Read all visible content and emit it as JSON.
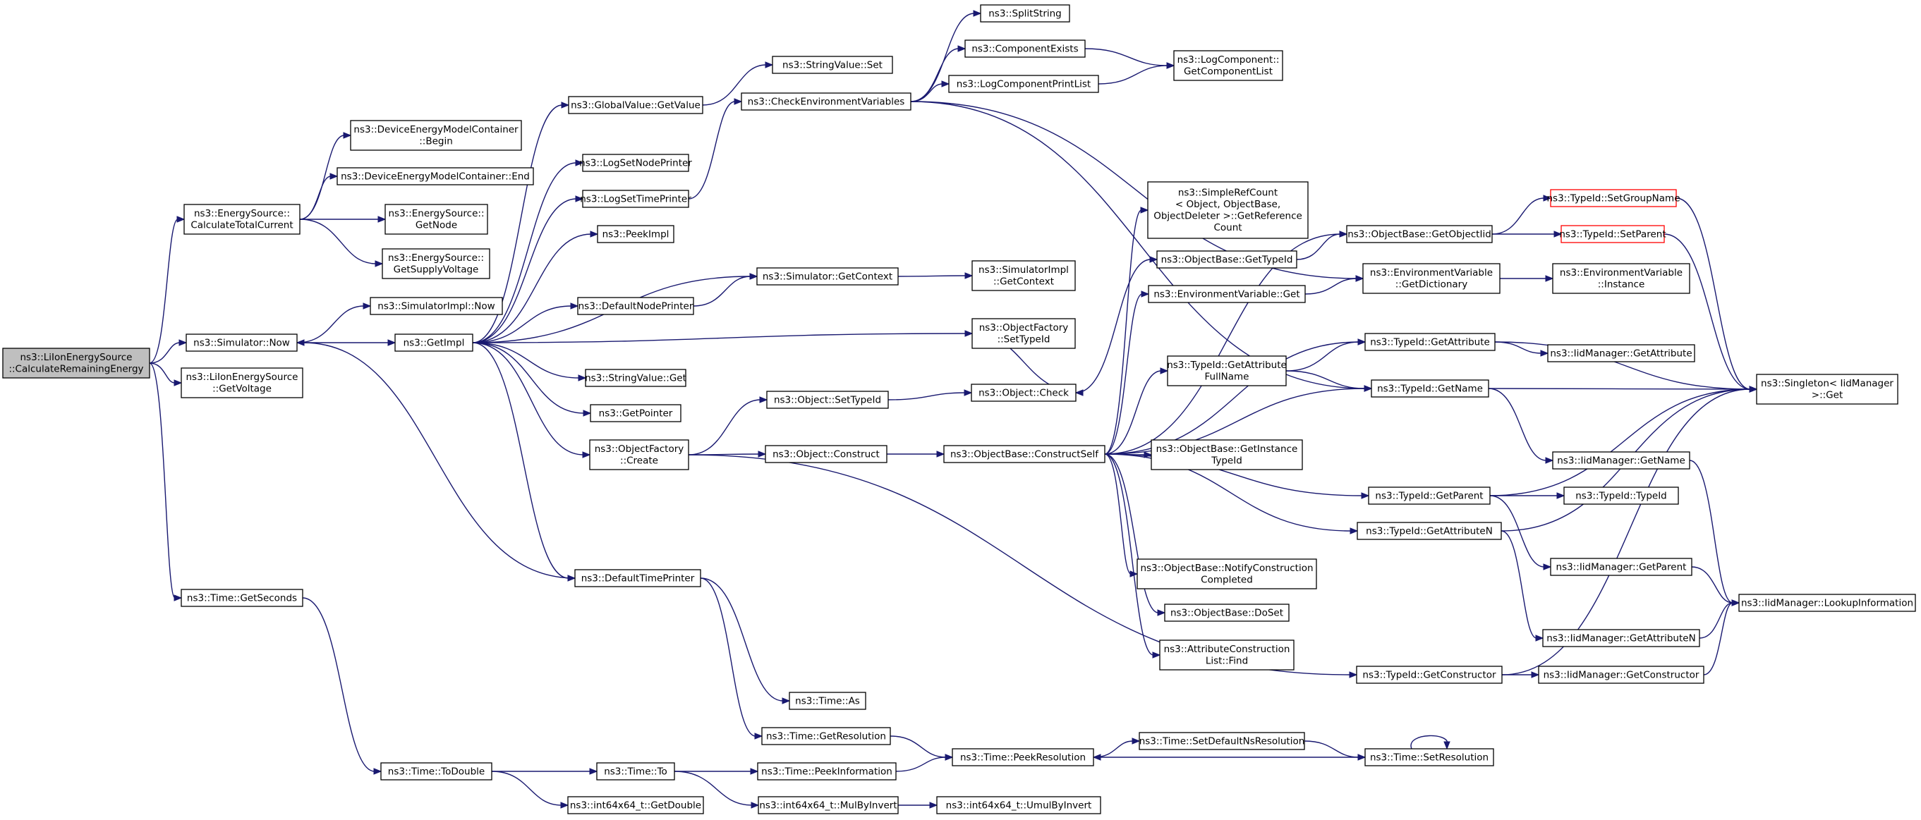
{
  "graph": {
    "edge_color": "#191970",
    "root_fill": "#bfbfbf",
    "highlight_border": "#ff0000",
    "nodes": [
      {
        "id": "root",
        "lines": [
          "ns3::LiIonEnergySource",
          "::CalculateRemainingEnergy"
        ],
        "style": "root"
      },
      {
        "id": "es_calc",
        "lines": [
          "ns3::EnergySource::",
          "CalculateTotalCurrent"
        ]
      },
      {
        "id": "dem_begin",
        "lines": [
          "ns3::DeviceEnergyModelContainer",
          "::Begin"
        ]
      },
      {
        "id": "dem_end",
        "lines": [
          "ns3::DeviceEnergyModelContainer::End"
        ]
      },
      {
        "id": "es_node",
        "lines": [
          "ns3::EnergySource::",
          "GetNode"
        ]
      },
      {
        "id": "es_supply",
        "lines": [
          "ns3::EnergySource::",
          "GetSupplyVoltage"
        ]
      },
      {
        "id": "sim_now",
        "lines": [
          "ns3::Simulator::Now"
        ]
      },
      {
        "id": "simimpl_now",
        "lines": [
          "ns3::SimulatorImpl::Now"
        ]
      },
      {
        "id": "liion_volt",
        "lines": [
          "ns3::LiIonEnergySource",
          "::GetVoltage"
        ]
      },
      {
        "id": "getimpl",
        "lines": [
          "ns3::GetImpl"
        ]
      },
      {
        "id": "time_getsec",
        "lines": [
          "ns3::Time::GetSeconds"
        ]
      },
      {
        "id": "time_todouble",
        "lines": [
          "ns3::Time::ToDouble"
        ]
      },
      {
        "id": "time_to",
        "lines": [
          "ns3::Time::To"
        ]
      },
      {
        "id": "int64_getdouble",
        "lines": [
          "ns3::int64x64_t::GetDouble"
        ]
      },
      {
        "id": "gv_getvalue",
        "lines": [
          "ns3::GlobalValue::GetValue"
        ]
      },
      {
        "id": "strval_set",
        "lines": [
          "ns3::StringValue::Set"
        ]
      },
      {
        "id": "logsetnode",
        "lines": [
          "ns3::LogSetNodePrinter"
        ]
      },
      {
        "id": "logsettime",
        "lines": [
          "ns3::LogSetTimePrinter"
        ]
      },
      {
        "id": "peekimpl",
        "lines": [
          "ns3::PeekImpl"
        ]
      },
      {
        "id": "defnodeprinter",
        "lines": [
          "ns3::DefaultNodePrinter"
        ]
      },
      {
        "id": "strval_get",
        "lines": [
          "ns3::StringValue::Get"
        ]
      },
      {
        "id": "getpointer",
        "lines": [
          "ns3::GetPointer"
        ]
      },
      {
        "id": "objfac_create",
        "lines": [
          "ns3::ObjectFactory",
          "::Create"
        ]
      },
      {
        "id": "deftimeprinter",
        "lines": [
          "ns3::DefaultTimePrinter"
        ]
      },
      {
        "id": "checkenv",
        "lines": [
          "ns3::CheckEnvironmentVariables"
        ]
      },
      {
        "id": "splitstring",
        "lines": [
          "ns3::SplitString"
        ]
      },
      {
        "id": "compexists",
        "lines": [
          "ns3::ComponentExists"
        ]
      },
      {
        "id": "logcompprint",
        "lines": [
          "ns3::LogComponentPrintList"
        ]
      },
      {
        "id": "logcomp_getlist",
        "lines": [
          "ns3::LogComponent::",
          "GetComponentList"
        ]
      },
      {
        "id": "sim_getctx",
        "lines": [
          "ns3::Simulator::GetContext"
        ]
      },
      {
        "id": "simimpl_getctx",
        "lines": [
          "ns3::SimulatorImpl",
          "::GetContext"
        ]
      },
      {
        "id": "objfac_settid",
        "lines": [
          "ns3::ObjectFactory",
          "::SetTypeId"
        ]
      },
      {
        "id": "obj_settid",
        "lines": [
          "ns3::Object::SetTypeId"
        ]
      },
      {
        "id": "obj_check",
        "lines": [
          "ns3::Object::Check"
        ]
      },
      {
        "id": "obj_construct",
        "lines": [
          "ns3::Object::Construct"
        ]
      },
      {
        "id": "ob_constructself",
        "lines": [
          "ns3::ObjectBase::ConstructSelf"
        ]
      },
      {
        "id": "time_as",
        "lines": [
          "ns3::Time::As"
        ]
      },
      {
        "id": "time_getres",
        "lines": [
          "ns3::Time::GetResolution"
        ]
      },
      {
        "id": "time_peekinfo",
        "lines": [
          "ns3::Time::PeekInformation"
        ]
      },
      {
        "id": "int64_mulbyinv",
        "lines": [
          "ns3::int64x64_t::MulByInvert"
        ]
      },
      {
        "id": "int64_umulbyinv",
        "lines": [
          "ns3::int64x64_t::UmulByInvert"
        ]
      },
      {
        "id": "time_peekres",
        "lines": [
          "ns3::Time::PeekResolution"
        ]
      },
      {
        "id": "time_setdefres",
        "lines": [
          "ns3::Time::SetDefaultNsResolution"
        ]
      },
      {
        "id": "time_setres",
        "lines": [
          "ns3::Time::SetResolution"
        ]
      },
      {
        "id": "srefcount",
        "lines": [
          "ns3::SimpleRefCount",
          "< Object, ObjectBase,",
          "ObjectDeleter >::GetReference",
          "Count"
        ]
      },
      {
        "id": "ob_gettid",
        "lines": [
          "ns3::ObjectBase::GetTypeId"
        ]
      },
      {
        "id": "envvar_get",
        "lines": [
          "ns3::EnvironmentVariable::Get"
        ]
      },
      {
        "id": "tid_getattrfull",
        "lines": [
          "ns3::TypeId::GetAttribute",
          "FullName"
        ]
      },
      {
        "id": "ob_getinsttid",
        "lines": [
          "ns3::ObjectBase::GetInstance",
          "TypeId"
        ]
      },
      {
        "id": "ob_notify",
        "lines": [
          "ns3::ObjectBase::NotifyConstruction",
          "Completed"
        ]
      },
      {
        "id": "ob_doset",
        "lines": [
          "ns3::ObjectBase::DoSet"
        ]
      },
      {
        "id": "attrcons_find",
        "lines": [
          "ns3::AttributeConstruction",
          "List::Find"
        ]
      },
      {
        "id": "ob_getobjtid",
        "lines": [
          "ns3::ObjectBase::GetObjectIid"
        ]
      },
      {
        "id": "envvar_getdict",
        "lines": [
          "ns3::EnvironmentVariable",
          "::GetDictionary"
        ]
      },
      {
        "id": "tid_getattr",
        "lines": [
          "ns3::TypeId::GetAttribute"
        ]
      },
      {
        "id": "tid_getname",
        "lines": [
          "ns3::TypeId::GetName"
        ]
      },
      {
        "id": "tid_getparent",
        "lines": [
          "ns3::TypeId::GetParent"
        ]
      },
      {
        "id": "tid_getattrn",
        "lines": [
          "ns3::TypeId::GetAttributeN"
        ]
      },
      {
        "id": "tid_getcons",
        "lines": [
          "ns3::TypeId::GetConstructor"
        ]
      },
      {
        "id": "tid_setgroup",
        "lines": [
          "ns3::TypeId::SetGroupName"
        ],
        "style": "red"
      },
      {
        "id": "tid_setparent",
        "lines": [
          "ns3::TypeId::SetParent"
        ],
        "style": "red"
      },
      {
        "id": "envvar_inst",
        "lines": [
          "ns3::EnvironmentVariable",
          "::Instance"
        ]
      },
      {
        "id": "iidm_getattr",
        "lines": [
          "ns3::IidManager::GetAttribute"
        ]
      },
      {
        "id": "iidm_getname",
        "lines": [
          "ns3::IidManager::GetName"
        ]
      },
      {
        "id": "tid_typeid",
        "lines": [
          "ns3::TypeId::TypeId"
        ]
      },
      {
        "id": "iidm_getparent",
        "lines": [
          "ns3::IidManager::GetParent"
        ]
      },
      {
        "id": "iidm_getattrn",
        "lines": [
          "ns3::IidManager::GetAttributeN"
        ]
      },
      {
        "id": "iidm_getcons",
        "lines": [
          "ns3::IidManager::GetConstructor"
        ]
      },
      {
        "id": "singleton_get",
        "lines": [
          "ns3::Singleton< IidManager",
          ">::Get"
        ]
      },
      {
        "id": "iidm_lookup",
        "lines": [
          "ns3::IidManager::LookupInformation"
        ]
      }
    ]
  }
}
